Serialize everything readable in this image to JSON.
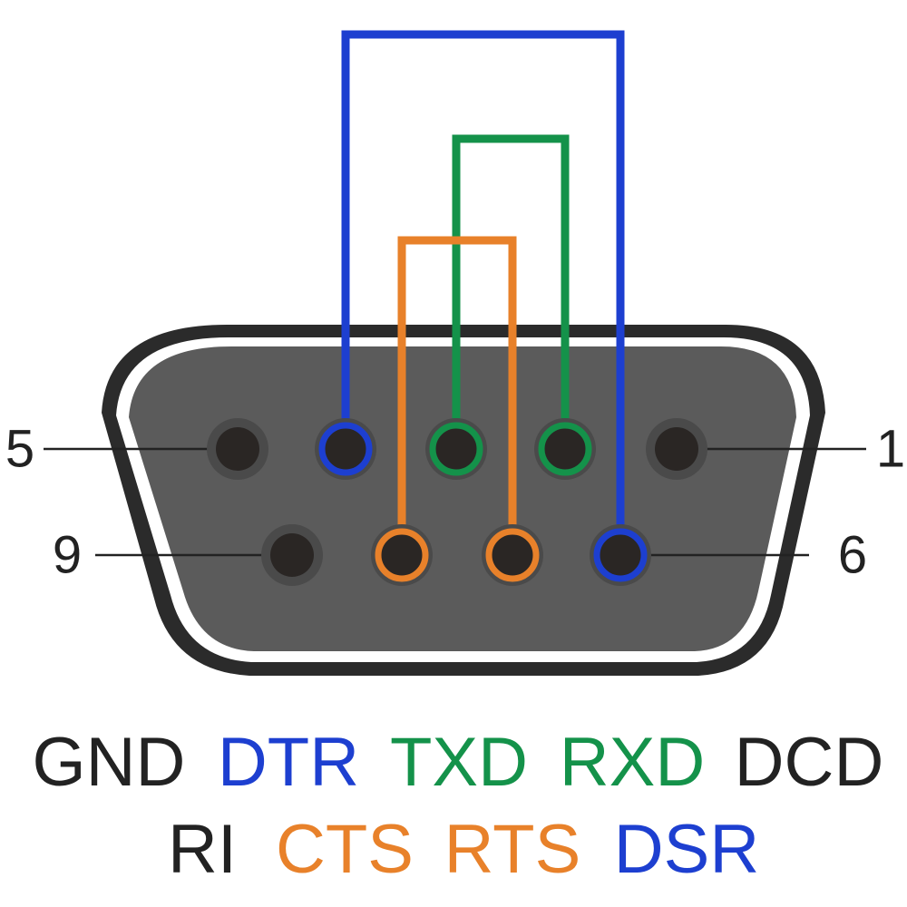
{
  "colors": {
    "blue": "#1d3fd0",
    "green": "#14924a",
    "orange": "#e8812a",
    "dark": "#222222",
    "shell_fill": "#5b5b5b",
    "shell_border": "#2b2b2b",
    "shell_rim": "#ffffff",
    "socket": "#2a2624"
  },
  "pin_numbers": {
    "pin5": "5",
    "pin1": "1",
    "pin9": "9",
    "pin6": "6"
  },
  "signals": {
    "row1": [
      {
        "pin": 5,
        "label": "GND",
        "color": "dark"
      },
      {
        "pin": 4,
        "label": "DTR",
        "color": "blue"
      },
      {
        "pin": 3,
        "label": "TXD",
        "color": "green"
      },
      {
        "pin": 2,
        "label": "RXD",
        "color": "green"
      },
      {
        "pin": 1,
        "label": "DCD",
        "color": "dark"
      }
    ],
    "row2": [
      {
        "pin": 9,
        "label": "RI",
        "color": "dark"
      },
      {
        "pin": 8,
        "label": "CTS",
        "color": "orange"
      },
      {
        "pin": 7,
        "label": "RTS",
        "color": "orange"
      },
      {
        "pin": 6,
        "label": "DSR",
        "color": "blue"
      }
    ]
  },
  "loopbacks": [
    {
      "from_pin": 4,
      "to_pin": 6,
      "color": "blue"
    },
    {
      "from_pin": 3,
      "to_pin": 2,
      "color": "green"
    },
    {
      "from_pin": 8,
      "to_pin": 7,
      "color": "orange"
    }
  ]
}
